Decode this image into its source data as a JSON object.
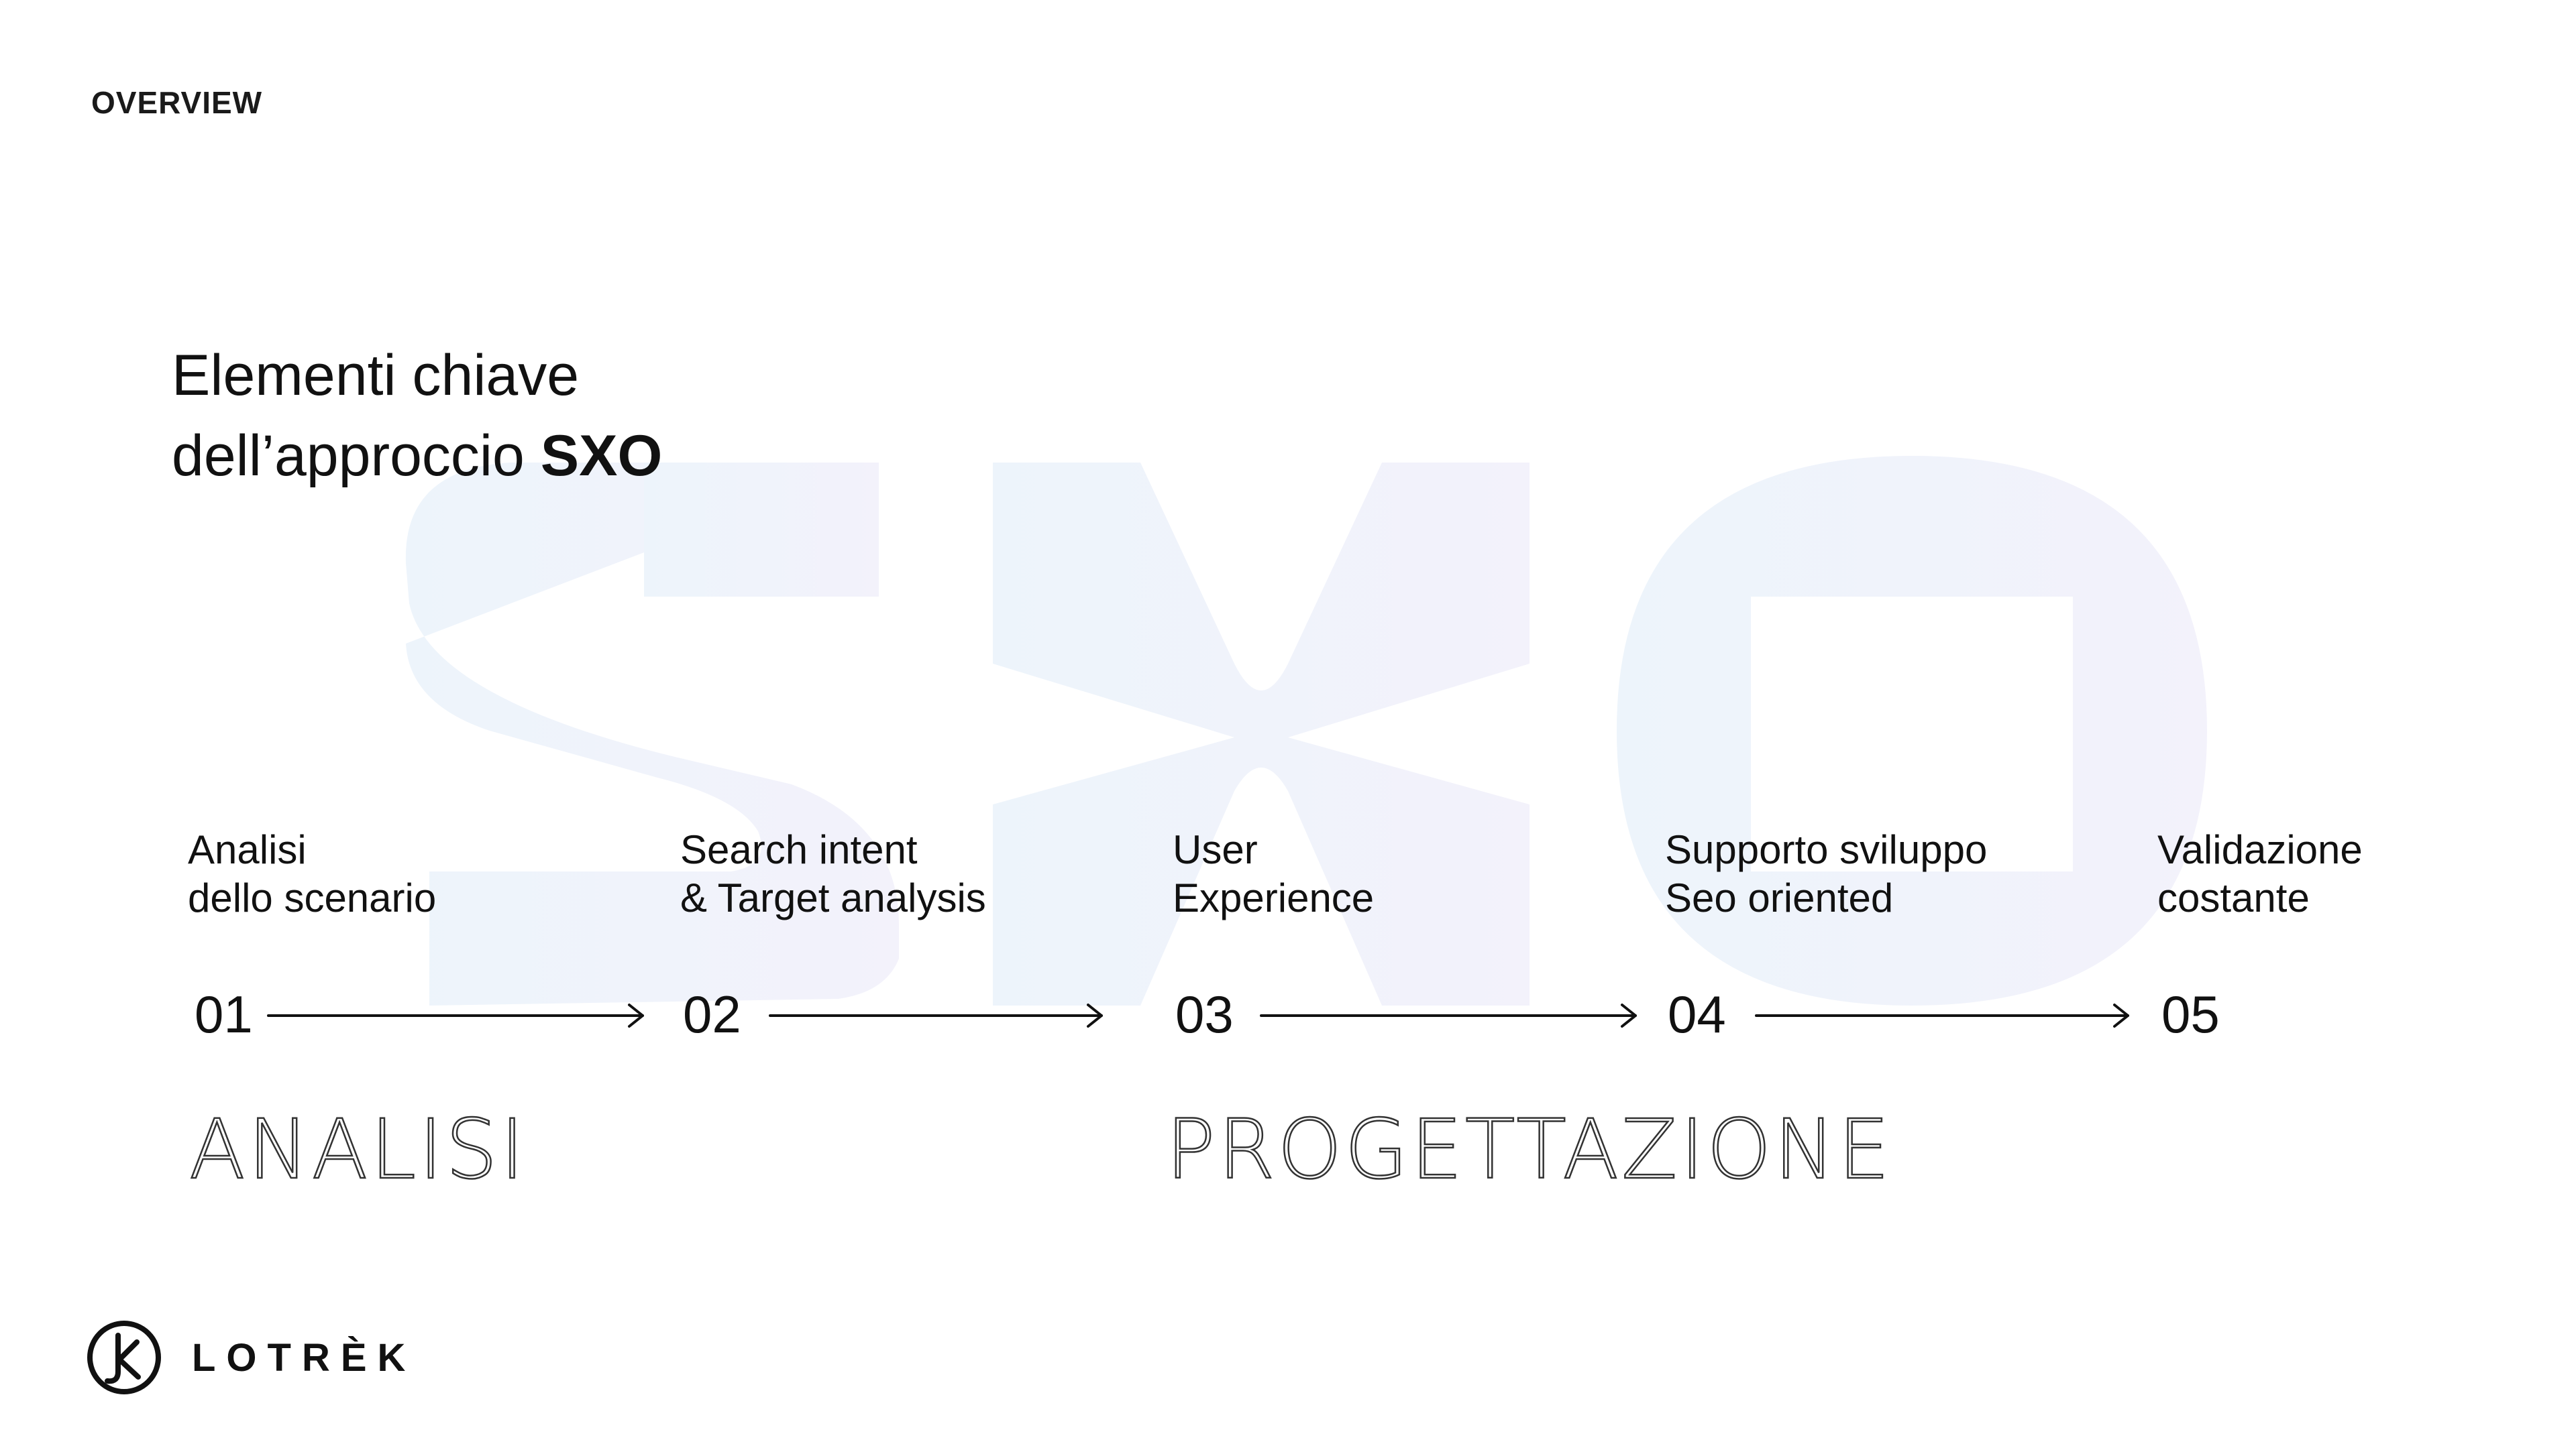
{
  "section_label": "OVERVIEW",
  "title": {
    "line1": "Elementi chiave",
    "line2_prefix": "dell’approccio ",
    "line2_bold": "SXO"
  },
  "steps": [
    {
      "label_line1": "Analisi",
      "label_line2": "dello scenario",
      "number": "01"
    },
    {
      "label_line1": "Search intent",
      "label_line2": "& Target analysis",
      "number": "02"
    },
    {
      "label_line1": "User",
      "label_line2": "Experience",
      "number": "03"
    },
    {
      "label_line1": "Supporto sviluppo",
      "label_line2": "Seo oriented",
      "number": "04"
    },
    {
      "label_line1": "Validazione",
      "label_line2": "costante",
      "number": "05"
    }
  ],
  "phases": [
    "ANALISI",
    "PROGETTAZIONE"
  ],
  "logo": {
    "text": "LOTRÈK",
    "icon": "k-circle-icon"
  },
  "background_letters": "SXO",
  "colors": {
    "background": "#ffffff",
    "text": "#111111",
    "watermark_left": "#eef4fb",
    "watermark_right": "#f2f2fb"
  }
}
